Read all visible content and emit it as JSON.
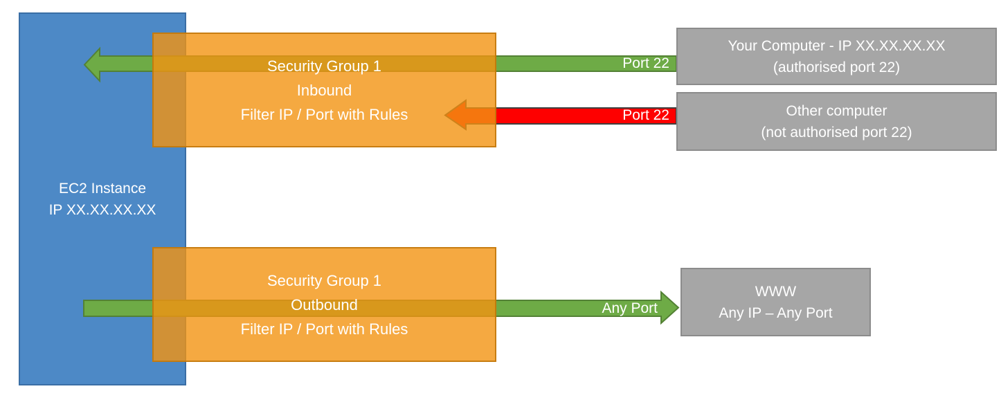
{
  "colors": {
    "ec2_fill": "#4D89C6",
    "ec2_border": "#3A6EA5",
    "sg_fill": "rgba(242,148,18,0.8)",
    "sg_border": "rgba(191,117,9,0.85)",
    "allow_green": "#6EAB46",
    "allow_green_border": "#538135",
    "deny_red": "#FE0000",
    "deny_red_border": "#3F3F3F",
    "endpoint_gray": "#A6A6A6",
    "endpoint_gray_border": "#8B8B8B",
    "label_text": "#FFFFFF"
  },
  "ec2": {
    "line1": "EC2 Instance",
    "line2": "IP XX.XX.XX.XX"
  },
  "sg_inbound": {
    "line1": "Security Group 1",
    "line2": "Inbound",
    "line3": "Filter IP / Port with Rules"
  },
  "sg_outbound": {
    "line1": "Security Group 1",
    "line2": "Outbound",
    "line3": "Filter IP / Port with Rules"
  },
  "your_computer": {
    "line1": "Your Computer - IP XX.XX.XX.XX",
    "line2": "(authorised port 22)"
  },
  "other_computer": {
    "line1": "Other computer",
    "line2": "(not authorised port 22)"
  },
  "www": {
    "line1": "WWW",
    "line2": "Any IP – Any Port"
  },
  "arrow_labels": {
    "inbound_allowed": "Port 22",
    "inbound_blocked": "Port 22",
    "outbound": "Any Port"
  }
}
